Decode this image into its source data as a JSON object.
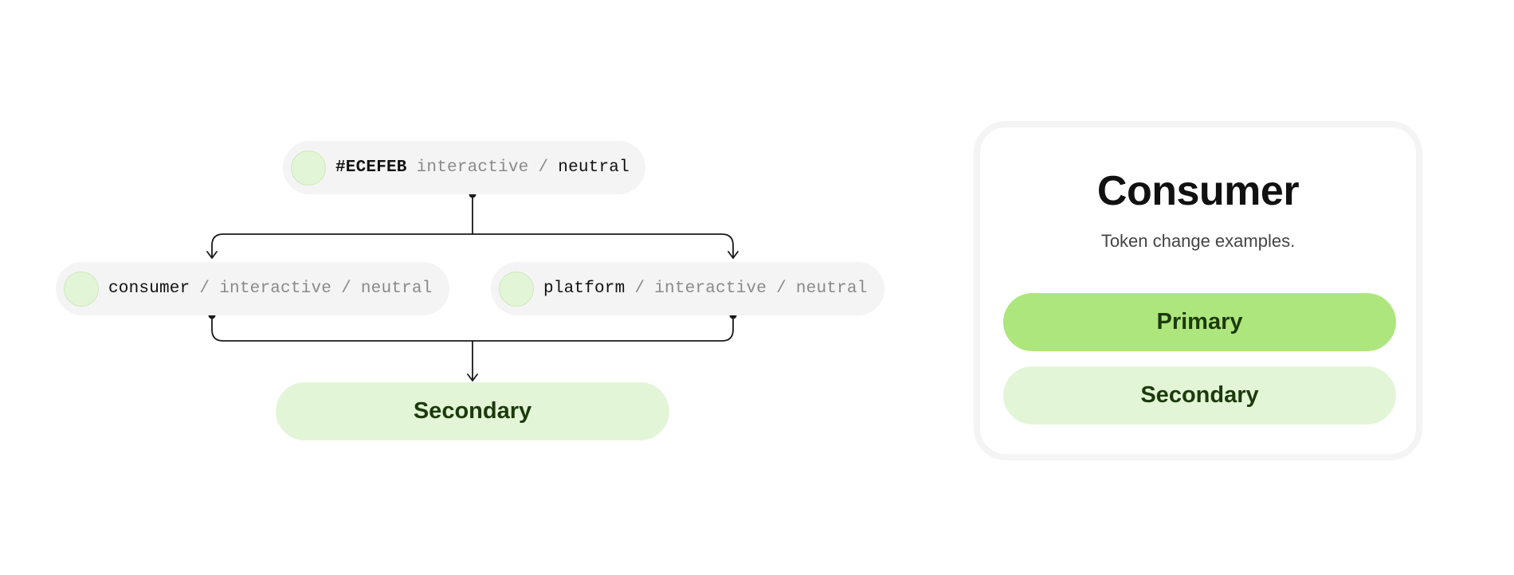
{
  "diagram": {
    "source": {
      "hex": "#ECEFEB",
      "path": [
        "interactive",
        "neutral"
      ],
      "swatch_color": "#E3F5D7"
    },
    "consumer": {
      "path": [
        "consumer",
        "interactive",
        "neutral"
      ],
      "swatch_color": "#E3F5D7"
    },
    "platform": {
      "path": [
        "platform",
        "interactive",
        "neutral"
      ],
      "swatch_color": "#E3F5D7"
    },
    "separator": "/",
    "result_label": "Secondary"
  },
  "card": {
    "title": "Consumer",
    "subtitle": "Token change examples.",
    "primary_label": "Primary",
    "secondary_label": "Secondary"
  },
  "colors": {
    "primary": "#AEE67E",
    "secondary": "#E3F5D7",
    "button_text": "#1C3A0C",
    "pill_bg": "#F4F4F4"
  }
}
